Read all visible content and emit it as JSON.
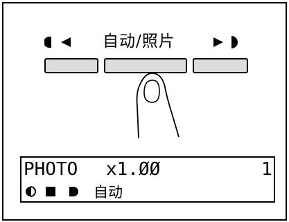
{
  "panel": {
    "mode_label": "自动/照片",
    "left_icon": "density-lighter-icon",
    "right_icon": "density-darker-icon"
  },
  "buttons": [
    {
      "icon": "none",
      "name": "lighter-key"
    },
    {
      "icon": "none",
      "name": "mode-key"
    },
    {
      "icon": "none",
      "name": "darker-key"
    }
  ],
  "hand": {
    "icon": "pressing-finger-icon"
  },
  "lcd": {
    "mode": "PHOTO",
    "zoom": "x1.ØØ",
    "copies": "1",
    "density_label": "自动",
    "density_icons": [
      "density-lighter-icon",
      "density-medium-icon",
      "density-darker-icon"
    ]
  },
  "colors": {
    "key_fill": "#dcdcdc",
    "outline": "#000000"
  }
}
